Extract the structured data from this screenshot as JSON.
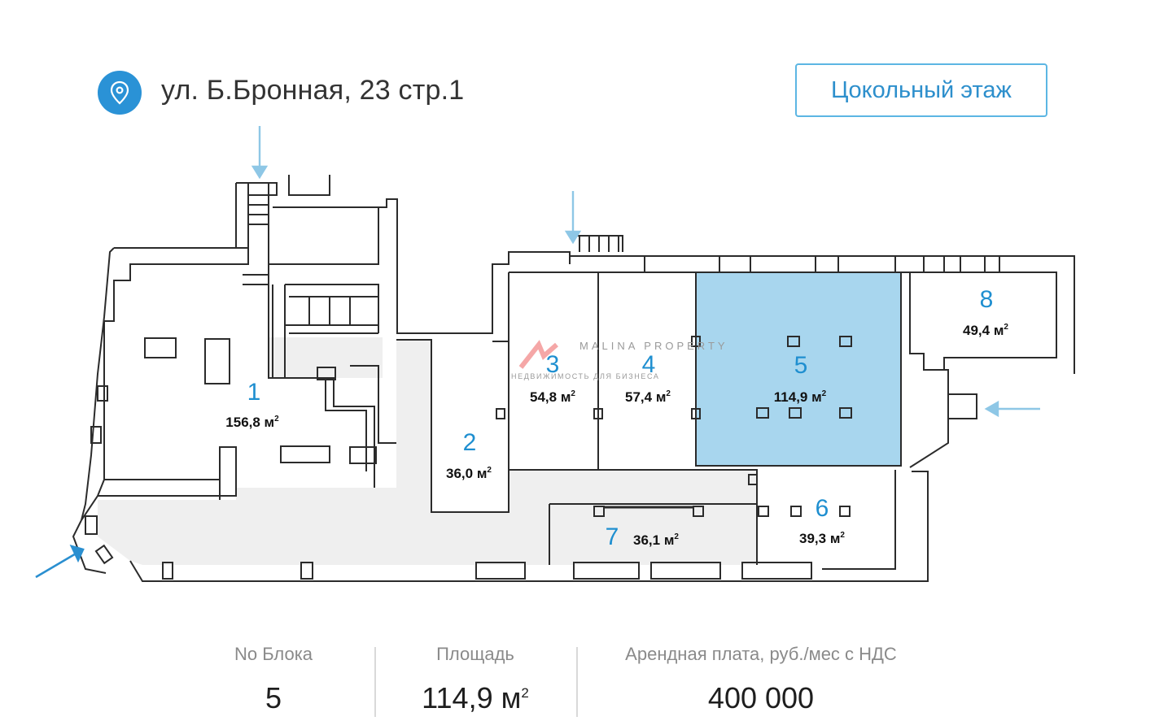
{
  "header": {
    "address": "ул. Б.Бронная, 23 стр.1",
    "location_icon": "map-pin-icon",
    "floor_button": "Цокольный этаж"
  },
  "watermark": {
    "line1": "MALINA PROPERTY",
    "line2": "НЕДВИЖИМОСТЬ ДЛЯ БИЗНЕСА"
  },
  "colors": {
    "accent": "#2a92d6",
    "selected_block": "#a8d6ee",
    "corridor": "#efefef",
    "walls": "#2b2b2b",
    "arrows": "#8ec7e6"
  },
  "blocks": [
    {
      "num": "1",
      "area": "156,8 м"
    },
    {
      "num": "2",
      "area": "36,0 м"
    },
    {
      "num": "3",
      "area": "54,8 м"
    },
    {
      "num": "4",
      "area": "57,4 м"
    },
    {
      "num": "5",
      "area": "114,9 м",
      "selected": true
    },
    {
      "num": "6",
      "area": "39,3 м"
    },
    {
      "num": "7",
      "area": "36,1 м"
    },
    {
      "num": "8",
      "area": "49,4 м"
    }
  ],
  "sq": "2",
  "info": {
    "block_label": "No Блока",
    "block_value": "5",
    "area_label": "Площадь",
    "area_value": "114,9 м",
    "area_sup": "2",
    "rent_label": "Арендная плата, руб./мес с НДС",
    "rent_value": "400 000"
  }
}
